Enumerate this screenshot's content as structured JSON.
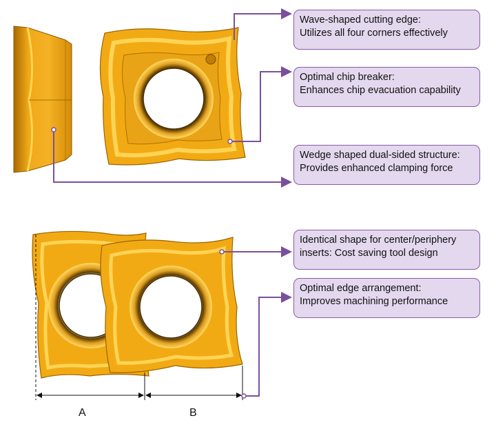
{
  "callouts": [
    {
      "line1": "Wave-shaped cutting edge:",
      "line2": "Utilizes all four corners effectively"
    },
    {
      "line1": "Optimal chip breaker:",
      "line2": "Enhances chip evacuation capability"
    },
    {
      "line1": "Wedge shaped dual-sided structure:",
      "line2": "Provides enhanced clamping force"
    },
    {
      "line1": "Identical shape for center/periphery",
      "line2": "inserts: Cost saving tool design"
    },
    {
      "line1": "Optimal edge arrangement:",
      "line2": "Improves machining performance"
    }
  ],
  "dimensions": {
    "a": "A",
    "b": "B"
  },
  "colors": {
    "insert_fill": "#f2aa14",
    "insert_dark": "#c77f00",
    "insert_light": "#ffd455",
    "callout_bg": "#e3d8ee",
    "callout_border": "#8a5aa8",
    "leader": "#7b4f9e"
  }
}
